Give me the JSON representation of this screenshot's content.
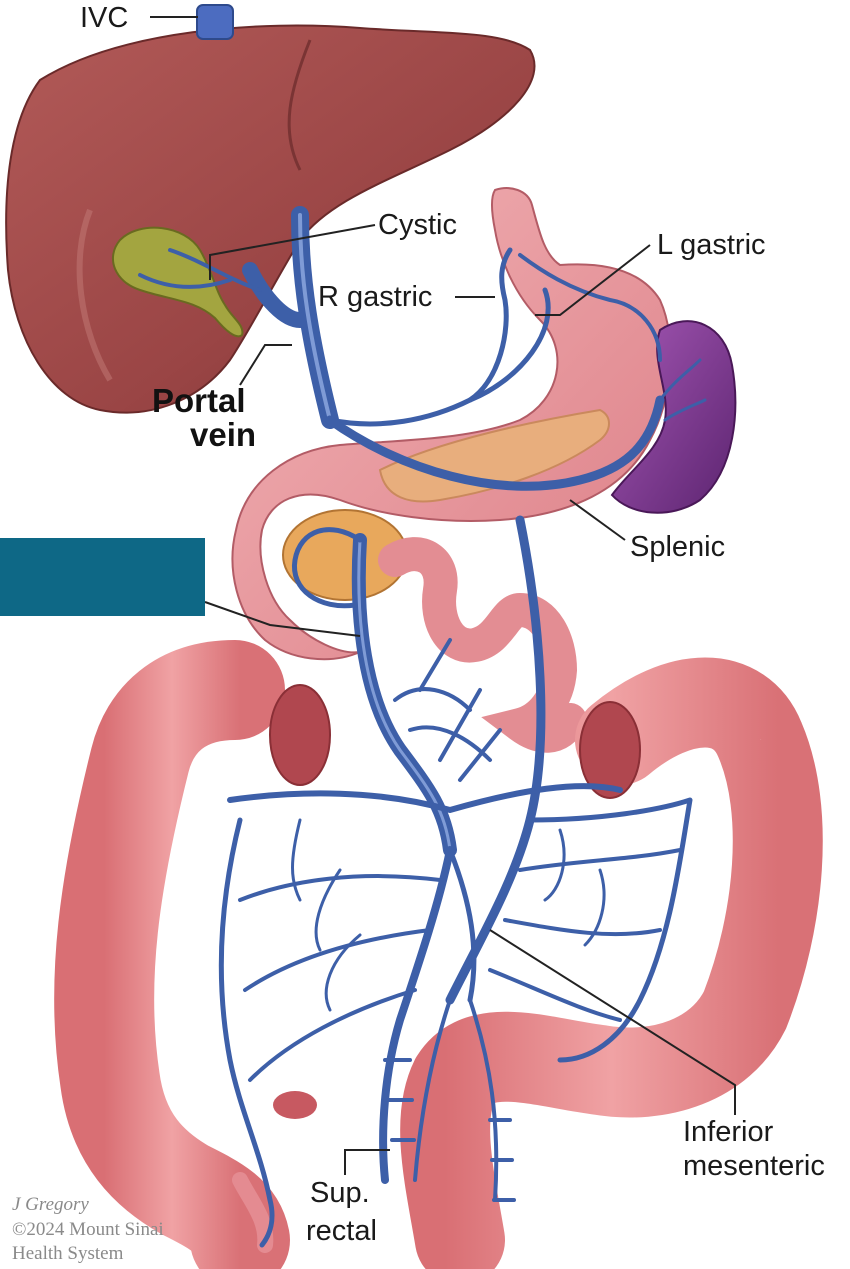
{
  "labels": {
    "ivc": "IVC",
    "cystic": "Cystic",
    "l_gastric": "L gastric",
    "r_gastric": "R gastric",
    "portal_line1": "Portal",
    "portal_line2": "vein",
    "splenic": "Splenic",
    "inferior_line1": "Inferior",
    "inferior_line2": "mesenteric",
    "sup_rectal_line1": "Sup.",
    "sup_rectal_line2": "rectal"
  },
  "credit": {
    "line1": "J Gregory",
    "line2": "©2024 Mount Sinai",
    "line3": "Health System"
  },
  "colors": {
    "liver": "#9e4848",
    "gallbladder": "#9c9e3a",
    "stomach": "#e99aa0",
    "spleen": "#7c3a8c",
    "pancreas": "#e9b07c",
    "colon": "#e6898c",
    "vein": "#4467b0",
    "label_box": "#0e6886"
  }
}
